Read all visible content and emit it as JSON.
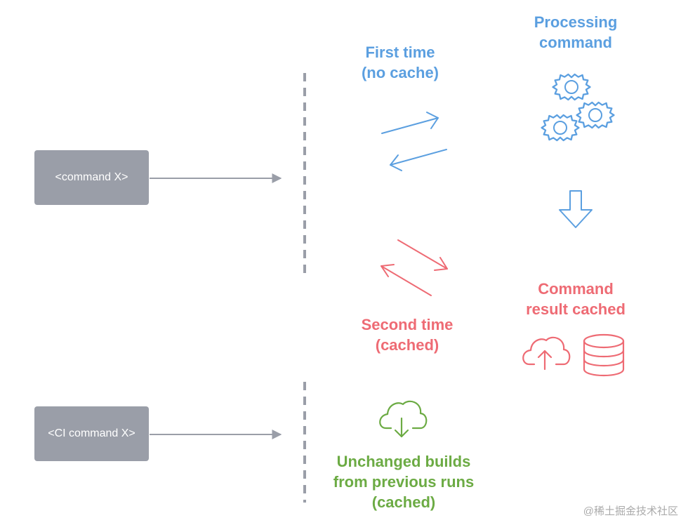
{
  "nodes": {
    "command": "<command X>",
    "ci_command": "<CI command X>"
  },
  "labels": {
    "first_time": [
      "First time",
      "(no cache)"
    ],
    "processing": [
      "Processing",
      "command"
    ],
    "cached_result": [
      "Command",
      "result cached"
    ],
    "second_time": [
      "Second time",
      "(cached)"
    ],
    "unchanged": [
      "Unchanged builds",
      "from previous runs",
      "(cached)"
    ]
  },
  "watermark": "@稀土掘金技术社区",
  "icons": {
    "gears": "gears-icon",
    "down_arrow": "down-arrow-icon",
    "cloud_upload": "cloud-upload-icon",
    "database": "database-icon",
    "cloud_download": "cloud-download-icon"
  },
  "colors": {
    "gray": "#9a9ea8",
    "blue": "#5b9fe0",
    "red": "#ee6b74",
    "green": "#6cab44"
  }
}
